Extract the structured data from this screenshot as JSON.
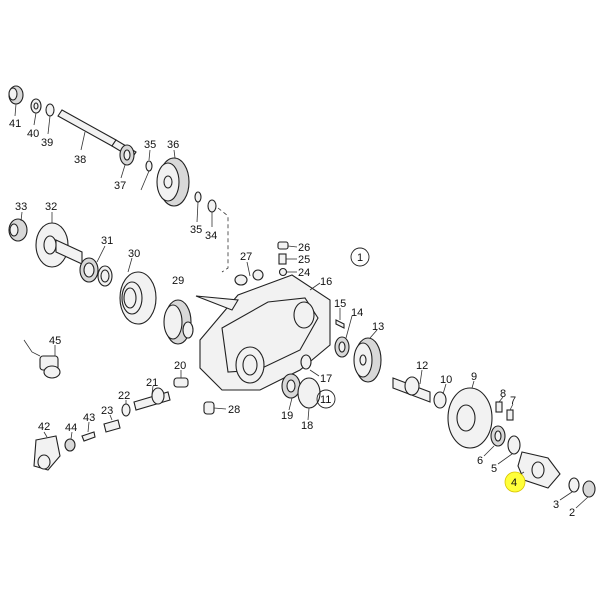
{
  "labels": {
    "l41": "41",
    "l40": "40",
    "l39": "39",
    "l38": "38",
    "l37": "37",
    "l35a": "35",
    "l36": "36",
    "l35b": "35",
    "l34": "34",
    "l33": "33",
    "l32": "32",
    "l31": "31",
    "l30": "30",
    "l29": "29",
    "l27": "27",
    "l26": "26",
    "l25": "25",
    "l24": "24",
    "l16": "16",
    "l15": "15",
    "l14": "14",
    "l13": "13",
    "l12": "12",
    "l10": "10",
    "l9": "9",
    "l8": "8",
    "l7": "7",
    "l6": "6",
    "l5": "5",
    "l4": "4",
    "l3": "3",
    "l2": "2",
    "l11": "11",
    "l1": "1",
    "l45": "45",
    "l20": "20",
    "l21": "21",
    "l22": "22",
    "l23": "23",
    "l28": "28",
    "l17": "17",
    "l18": "18",
    "l19": "19",
    "l42": "42",
    "l43": "43",
    "l44": "44"
  },
  "highlight_color": "#ffff3a"
}
